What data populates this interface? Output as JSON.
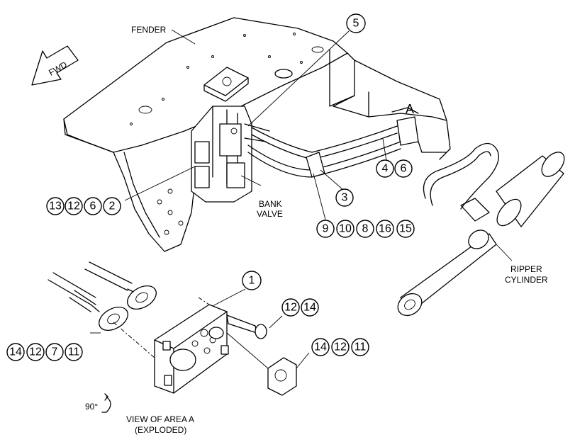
{
  "labels": {
    "fender": "FENDER",
    "fwd": "FWD",
    "bank_valve_1": "BANK",
    "bank_valve_2": "VALVE",
    "ripper_1": "RIPPER",
    "ripper_2": "CYLINDER",
    "area": "A",
    "rotation": "90°",
    "view_1": "VIEW OF AREA  A",
    "view_2": "(EXPLODED)"
  },
  "callouts": {
    "c5": "5",
    "c4": "4",
    "c6a": "6",
    "c3": "3",
    "g13": "13",
    "g12a": "12",
    "g6b": "6",
    "g2": "2",
    "g9": "9",
    "g10": "10",
    "g8": "8",
    "g16": "16",
    "g15": "15",
    "c1": "1",
    "h12": "12",
    "h14": "14",
    "k14": "14",
    "k12": "12",
    "k7": "7",
    "k11": "11",
    "m14": "14",
    "m12": "12",
    "m11": "11"
  }
}
